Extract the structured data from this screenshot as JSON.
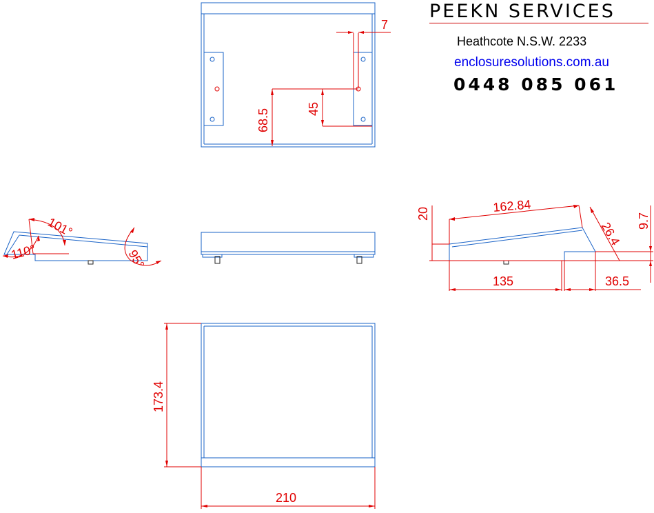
{
  "title_block": {
    "company": "PEEKN SERVICES",
    "address": "Heathcote N.S.W. 2233",
    "website": "enclosuresolutions.com.au",
    "phone": "0448 085 061"
  },
  "dimensions": {
    "top_offset": "7",
    "top_hole_height_a": "68.5",
    "top_hole_height_b": "45",
    "angle_a": "101°",
    "angle_b": "110°",
    "angle_c": "95°",
    "slope_length": "162.84",
    "front_height": "20",
    "back_bevel": "26.4",
    "back_height": "9.7",
    "base_front_length": "135",
    "base_back_length": "36.5",
    "plan_depth": "173.4",
    "plan_width": "210"
  },
  "colors": {
    "outline": "#1a63c7",
    "dimension": "#e00000",
    "website": "#0000ee"
  }
}
